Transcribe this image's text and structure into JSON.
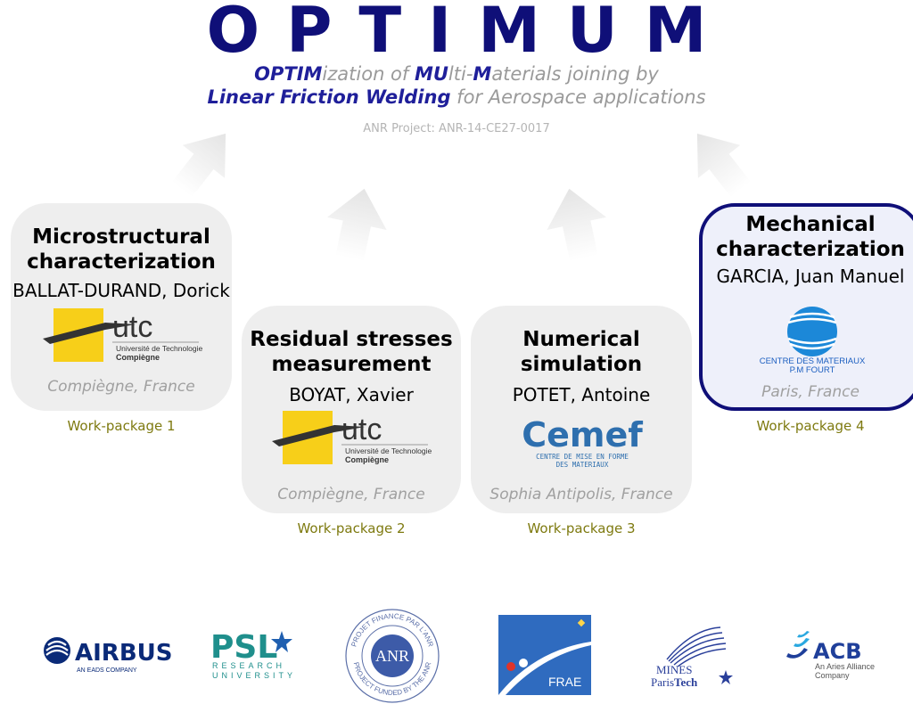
{
  "header": {
    "title": "OPTIMUM",
    "subtitle_line1": [
      {
        "text": "OPTIM",
        "bold": true
      },
      {
        "text": "ization of ",
        "bold": false
      },
      {
        "text": "MU",
        "bold": true
      },
      {
        "text": "lti-",
        "bold": false
      },
      {
        "text": "M",
        "bold": true
      },
      {
        "text": "aterials joining by",
        "bold": false
      }
    ],
    "subtitle_line2": [
      {
        "text": "Linear Friction Welding",
        "bold": true
      },
      {
        "text": " for Aerospace applications",
        "bold": false
      }
    ],
    "project": "ANR Project: ANR-14-CE27-0017"
  },
  "work_packages": [
    {
      "title_l1": "Microstructural",
      "title_l2": "characterization",
      "person": "BALLAT-DURAND, Dorick",
      "location": "Compiègne, France",
      "label": "Work-package 1",
      "logo": "utc-logo"
    },
    {
      "title_l1": "Residual stresses",
      "title_l2": "measurement",
      "person": "BOYAT, Xavier",
      "location": "Compiègne, France",
      "label": "Work-package 2",
      "logo": "utc-logo"
    },
    {
      "title_l1": "Numerical",
      "title_l2": "simulation",
      "person": "POTET, Antoine",
      "location": "Sophia Antipolis, France",
      "label": "Work-package 3",
      "logo": "cemef-logo"
    },
    {
      "title_l1": "Mechanical",
      "title_l2": "characterization",
      "person": "GARCIA, Juan Manuel",
      "location": "Paris, France",
      "label": "Work-package 4",
      "logo": "centre-materiaux-logo"
    }
  ],
  "logos": {
    "utc": {
      "name": "utc",
      "line1": "Université de Technologie",
      "line2": "Compiègne"
    },
    "cemef": {
      "name": "Cemef",
      "line1": "CENTRE DE MISE EN FORME",
      "line2": "DES MATERIAUX"
    },
    "cdm": {
      "line1": "CENTRE DES MATERIAUX",
      "line2": "P.M FOURT"
    },
    "airbus": {
      "name": "AIRBUS",
      "tag": "AN EADS COMPANY"
    },
    "psl": {
      "name": "PSL",
      "line1": "RESEARCH",
      "line2": "UNIVERSITY"
    },
    "anr": {
      "name": "ANR",
      "ring_top": "PROJET FINANCE PAR L'ANR",
      "ring_bottom": "PROJECT FUNDED BY THE ANR"
    },
    "frae": {
      "name": "FRAE"
    },
    "mines": {
      "line1": "MINES",
      "line2a": "Paris",
      "line2b": "Tech"
    },
    "acb": {
      "name": "ACB",
      "line1": "An Aries Alliance",
      "line2": "Company"
    }
  },
  "colors": {
    "navy": "#0f0f78",
    "blue": "#1f1f9a",
    "gray": "#9a9a9a",
    "olive": "#7e7a10",
    "box": "#eeeeee"
  }
}
